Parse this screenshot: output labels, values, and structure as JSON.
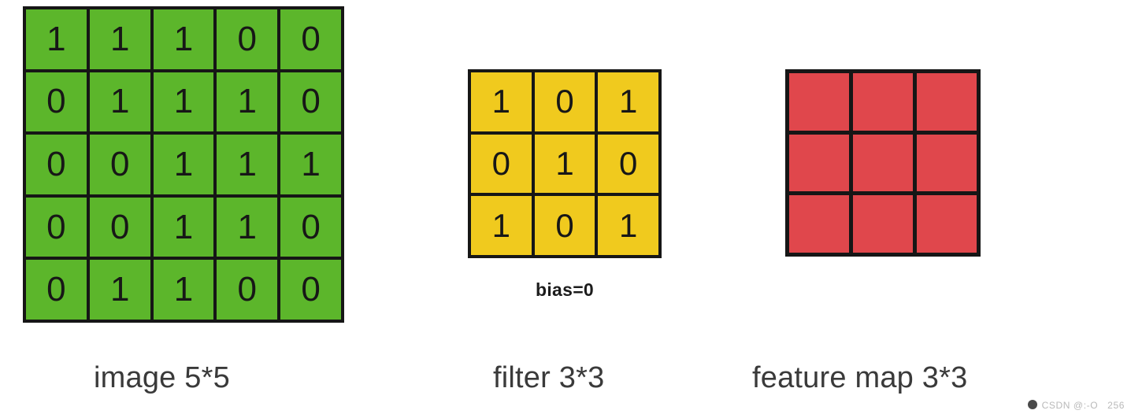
{
  "diagram": {
    "title_semantic": "cnn-convolution-illustration",
    "colors": {
      "image_fill": "#5cb62b",
      "filter_fill": "#f0ca1e",
      "feature_map_fill": "#e0474c",
      "grid_line": "#161616",
      "caption_text": "#3a3a3a",
      "background": "#ffffff"
    }
  },
  "image_matrix": {
    "caption": "image 5*5",
    "rows": 5,
    "cols": 5,
    "cells": [
      [
        "1",
        "1",
        "1",
        "0",
        "0"
      ],
      [
        "0",
        "1",
        "1",
        "1",
        "0"
      ],
      [
        "0",
        "0",
        "1",
        "1",
        "1"
      ],
      [
        "0",
        "0",
        "1",
        "1",
        "0"
      ],
      [
        "0",
        "1",
        "1",
        "0",
        "0"
      ]
    ]
  },
  "filter_matrix": {
    "caption": "filter 3*3",
    "bias_label": "bias=0",
    "rows": 3,
    "cols": 3,
    "cells": [
      [
        "1",
        "0",
        "1"
      ],
      [
        "0",
        "1",
        "0"
      ],
      [
        "1",
        "0",
        "1"
      ]
    ]
  },
  "feature_map_matrix": {
    "caption": "feature map 3*3",
    "rows": 3,
    "cols": 3,
    "cells": [
      [
        "",
        "",
        ""
      ],
      [
        "",
        "",
        ""
      ],
      [
        "",
        "",
        ""
      ]
    ]
  },
  "watermark": {
    "text": "CSDN @:-O",
    "number": "256"
  }
}
